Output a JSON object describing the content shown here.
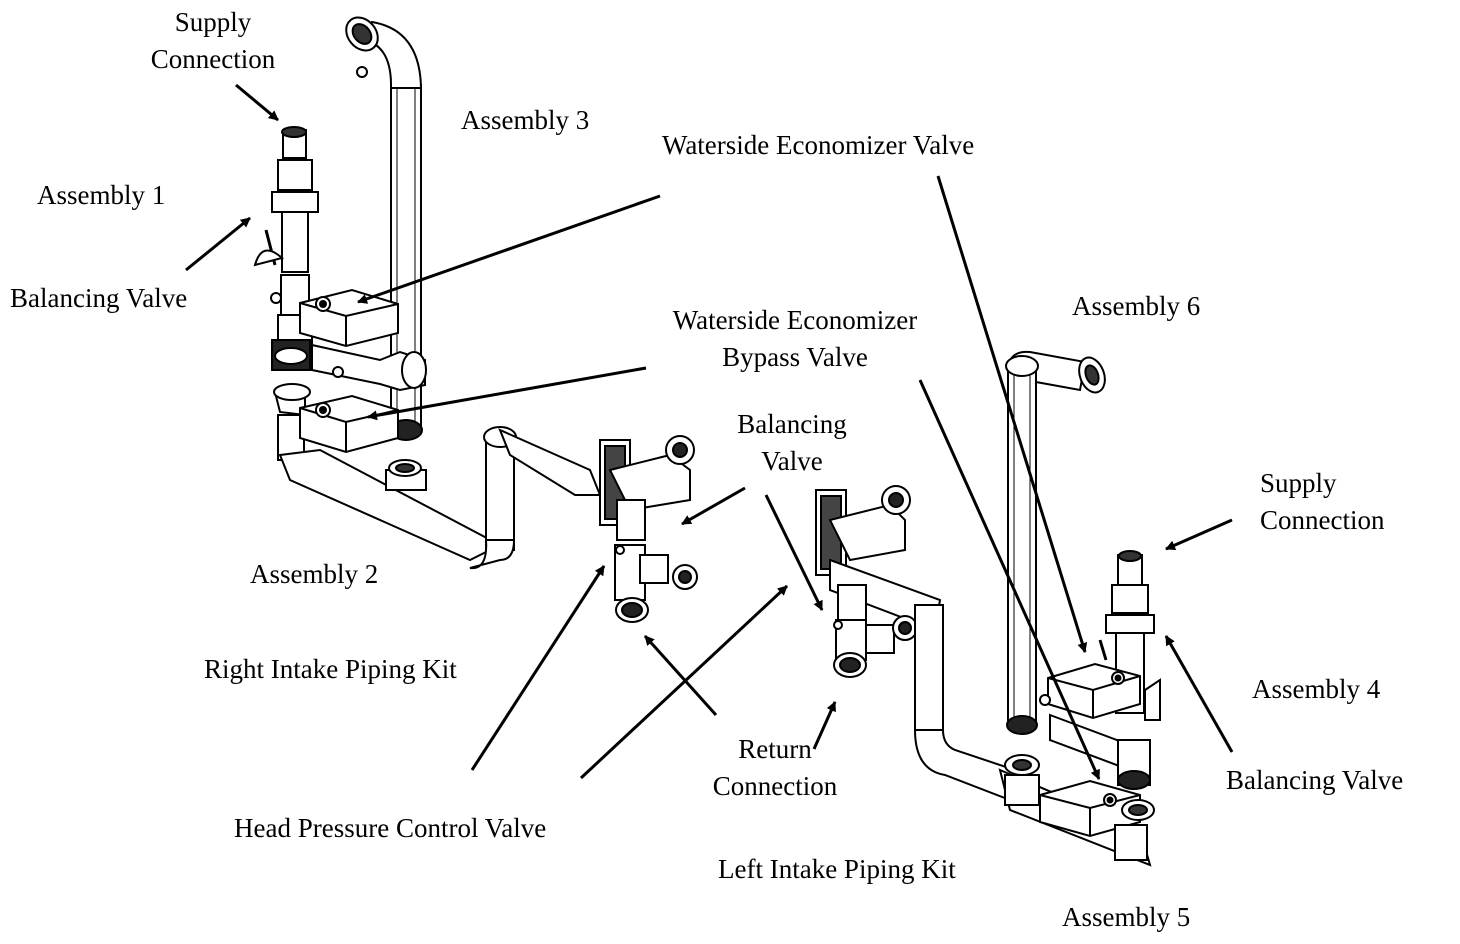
{
  "labels": {
    "supply_connection_left": {
      "line1": "Supply",
      "line2": "Connection"
    },
    "assembly_3": "Assembly 3",
    "waterside_economizer_valve": "Waterside Economizer Valve",
    "assembly_1": "Assembly 1",
    "balancing_valve_left": "Balancing Valve",
    "assembly_6": "Assembly 6",
    "waterside_economizer_bypass_valve": {
      "line1": "Waterside Economizer",
      "line2": "Bypass Valve"
    },
    "balancing_valve_center": {
      "line1": "Balancing",
      "line2": "Valve"
    },
    "supply_connection_right": {
      "line1": "Supply",
      "line2": "Connection"
    },
    "assembly_2": "Assembly 2",
    "right_intake_piping_kit": "Right Intake Piping Kit",
    "assembly_4": "Assembly 4",
    "return_connection": {
      "line1": "Return",
      "line2": "Connection"
    },
    "balancing_valve_right": "Balancing Valve",
    "head_pressure_control_valve": "Head Pressure Control Valve",
    "left_intake_piping_kit": "Left Intake Piping Kit",
    "assembly_5": "Assembly 5"
  },
  "colors": {
    "line": "#000000",
    "pipe_fill": "#ffffff",
    "shade": "#d6d6d6"
  }
}
